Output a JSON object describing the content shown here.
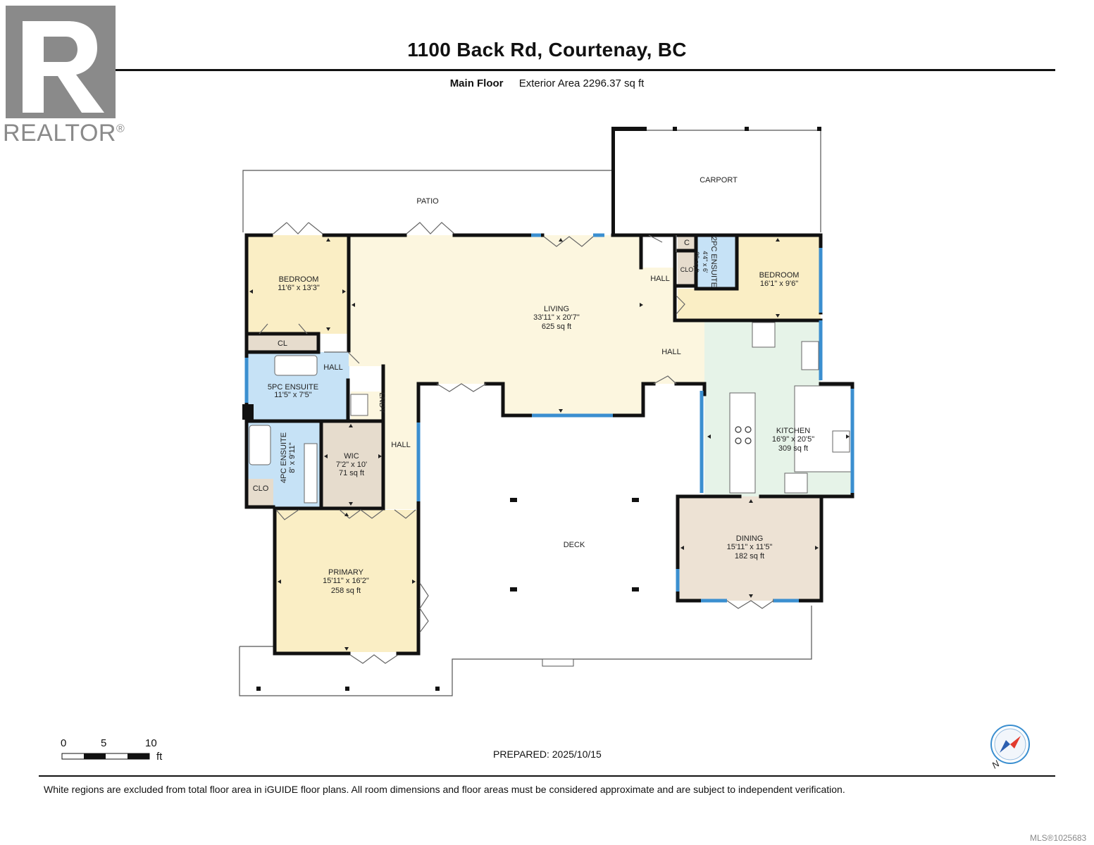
{
  "header": {
    "title": "1100 Back Rd, Courtenay, BC",
    "floor_label": "Main Floor",
    "area_label": "Exterior Area 2296.37 sq ft"
  },
  "logo": {
    "brand_text": "REALTOR",
    "registered_mark": "®",
    "color": "#8a8a8a"
  },
  "rooms": {
    "patio": {
      "name": "PATIO"
    },
    "carport": {
      "name": "CARPORT"
    },
    "bedroom_west": {
      "name": "BEDROOM",
      "dims": "11'6\" x 13'3\""
    },
    "cl": {
      "name": "CL"
    },
    "hall_small": {
      "name": "HALL"
    },
    "ensuite_5pc": {
      "name": "5PC ENSUITE",
      "dims": "11'5\" x 7'5\""
    },
    "lndy": {
      "name": "LNDY"
    },
    "ensuite_4pc": {
      "name": "4PC ENSUITE",
      "dims": "8' x 9'11\""
    },
    "wic": {
      "name": "WIC",
      "dims": "7'2\" x 10'",
      "area": "71 sq ft"
    },
    "clo_west": {
      "name": "CLO"
    },
    "hall_west": {
      "name": "HALL"
    },
    "primary": {
      "name": "PRIMARY",
      "dims": "15'11\" x 16'2\"",
      "area": "258 sq ft"
    },
    "living": {
      "name": "LIVING",
      "dims": "33'11\" x 20'7\"",
      "area": "625 sq ft"
    },
    "hall_center": {
      "name": "HALL"
    },
    "hall_north": {
      "name": "HALL"
    },
    "c": {
      "name": "C"
    },
    "clo_east": {
      "name": "CLO"
    },
    "ensuite_2pc": {
      "name": "2PC ENSUITE",
      "dims": "4'4\" x 6'",
      "area": "26 sq ft"
    },
    "bedroom_east": {
      "name": "BEDROOM",
      "dims": "16'1\" x 9'6\""
    },
    "kitchen": {
      "name": "KITCHEN",
      "dims": "16'9\" x 20'5\"",
      "area": "309 sq ft"
    },
    "dining": {
      "name": "DINING",
      "dims": "15'11\" x 11'5\"",
      "area": "182 sq ft"
    },
    "deck": {
      "name": "DECK"
    }
  },
  "colors": {
    "bedroom": "#faeec5",
    "living": "#fcf6df",
    "bath": "#c6e2f6",
    "closet": "#e6dccd",
    "kitchen": "#e6f3e8",
    "dining": "#ede2d4",
    "wall": "#111111",
    "window": "#3b8fd0"
  },
  "scale_bar": {
    "ticks": [
      "0",
      "5",
      "10"
    ],
    "unit": "ft"
  },
  "compass": {
    "label": "N",
    "icon": "compass-icon"
  },
  "prepared": "PREPARED: 2025/10/15",
  "footer_note": "White regions are excluded from total floor area in iGUIDE floor plans. All room dimensions and floor areas must be considered approximate and are subject to independent verification.",
  "mls_id": "MLS®1025683"
}
